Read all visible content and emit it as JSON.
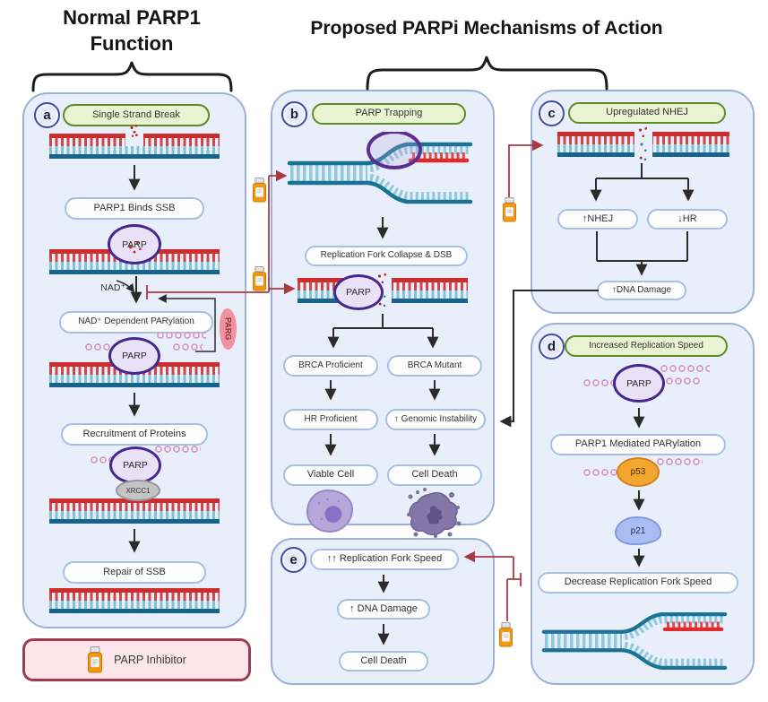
{
  "titles": {
    "left_line1": "Normal PARP1",
    "left_line2": "Function",
    "right": "Proposed PARPi Mechanisms of Action"
  },
  "legend": {
    "label": "PARP Inhibitor"
  },
  "molecules": {
    "parp": "PARP",
    "xrcc1": "XRCC1",
    "parg": "PARG",
    "p53": "p53",
    "p21": "p21",
    "nad": "NAD⁺"
  },
  "panel_a": {
    "badge": "a",
    "header": "Single Strand Break",
    "binds_ssb": "PARP1 Binds SSB",
    "parylation": "NAD⁺ Dependent PARylation",
    "recruitment": "Recruitment of Proteins",
    "repair": "Repair of SSB"
  },
  "panel_b": {
    "badge": "b",
    "header": "PARP Trapping",
    "collapse": "Replication Fork Collapse & DSB",
    "brca_proficient": "BRCA Proficient",
    "brca_mutant": "BRCA Mutant",
    "hr_proficient": "HR Proficient",
    "genomic_instability": "↑ Genomic Instability",
    "viable_cell": "Viable Cell",
    "cell_death": "Cell Death"
  },
  "panel_c": {
    "badge": "c",
    "header": "Upregulated NHEJ",
    "nhej_up": "↑NHEJ",
    "hr_down": "↓HR",
    "dna_damage": "↑DNA Damage"
  },
  "panel_d": {
    "badge": "d",
    "header": "Increased Replication Speed",
    "parylation": "PARP1 Mediated PARylation",
    "decrease_speed": "Decrease Replication Fork Speed"
  },
  "panel_e": {
    "badge": "e",
    "fork_speed": "↑↑ Replication Fork Speed",
    "dna_damage": "↑ DNA Damage",
    "cell_death": "Cell Death"
  },
  "colors": {
    "panel_bg": "#e9effa",
    "panel_border": "#9db1d8",
    "green_fill": "#eaf4d2",
    "green_border": "#5d8c26",
    "pill_border": "#a9bfe2",
    "inhibitor_red": "#a93a42",
    "dna_red": "#cd2d2d",
    "dna_teal": "#16648c",
    "parp_purple": "#46268f",
    "parg_pink": "#f2929e",
    "p53_orange": "#f4a72e",
    "p21_blue": "#a9bdf0",
    "legend_bg": "#fbe7eb",
    "legend_border": "#a03a4d",
    "bottle_orange": "#f5960f"
  }
}
